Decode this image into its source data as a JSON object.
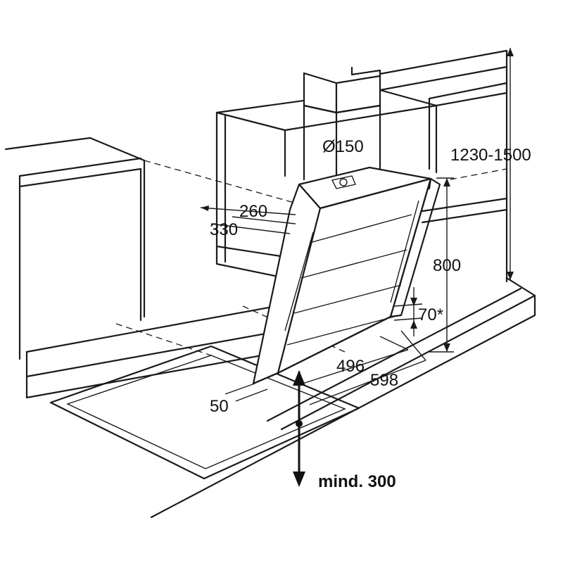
{
  "colors": {
    "line": "#1a1a1a",
    "background": "#ffffff"
  },
  "labels": {
    "duct_diameter": "Ø150",
    "total_height": "1230-1500",
    "depth_inner": "260",
    "depth_outer": "330",
    "hood_height": "800",
    "offset": "70*",
    "width_inner": "496",
    "width_outer": "598",
    "side_gap": "50",
    "min_clearance": "mind. 300"
  }
}
